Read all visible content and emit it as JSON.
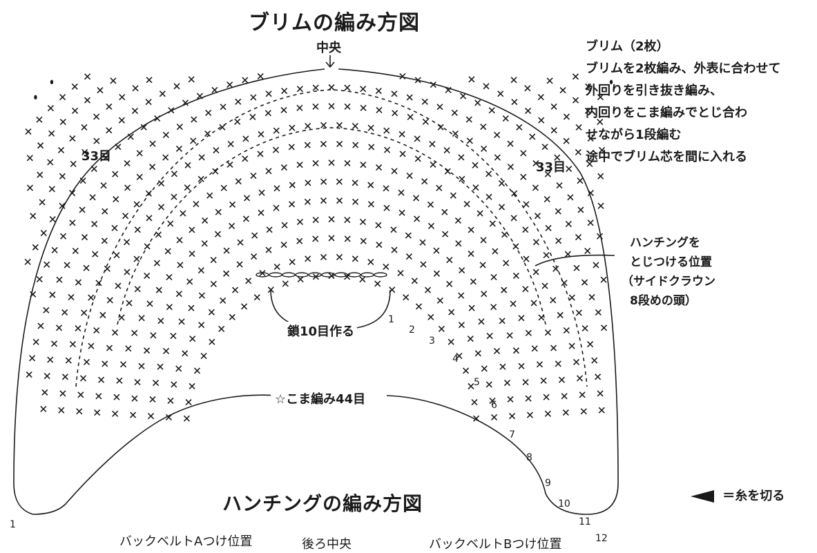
{
  "title": "ブリムの編み方図",
  "center_label": "中央",
  "stitch_count_left": "33目",
  "stitch_count_right": "33目",
  "notes": {
    "heading": "ブリム（2枚）",
    "lines": [
      "ブリムを2枚編み、外表に合わせて",
      "外回りを引き抜き編み、",
      "内回りをこま編みでとじ合わ",
      "せながら1段編む",
      "途中でブリム芯を間に入れる"
    ]
  },
  "attach_note": [
    "ハンチングを",
    "とじつける位置",
    "（サイドクラウン",
    "8段めの頭）"
  ],
  "chain_label": "鎖10目作る",
  "sc_label": "☆こま編み44目",
  "row_numbers": [
    "1",
    "2",
    "3",
    "4",
    "5",
    "6",
    "7",
    "8",
    "9",
    "10",
    "11",
    "12"
  ],
  "start_marker": "1",
  "legend": "＝糸を切る",
  "subtitle": "ハンチングの編み方図",
  "bottom_labels": {
    "back_belt_a": "バックベルトAつけ位置",
    "back_center": "後ろ中央",
    "back_belt_b": "バックベルトBつけ位置",
    "row_12": "12"
  },
  "colors": {
    "ink": "#1a1a1a",
    "paper": "#ffffff"
  }
}
